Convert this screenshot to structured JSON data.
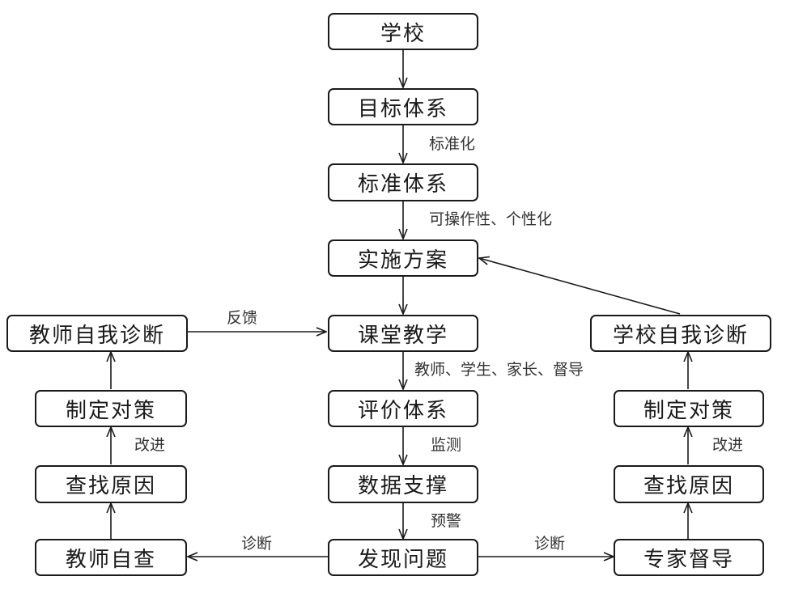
{
  "nodes": {
    "school": "学校",
    "goal_system": "目标体系",
    "standard_system": "标准体系",
    "implementation_plan": "实施方案",
    "classroom_teaching": "课堂教学",
    "evaluation_system": "评价体系",
    "data_support": "数据支撑",
    "find_problem": "发现问题",
    "teacher_self_diagnosis": "教师自我诊断",
    "teacher_countermeasures": "制定对策",
    "teacher_find_cause": "查找原因",
    "teacher_self_check": "教师自查",
    "school_self_diagnosis": "学校自我诊断",
    "school_countermeasures": "制定对策",
    "school_find_cause": "查找原因",
    "expert_supervision": "专家督导"
  },
  "labels": {
    "standardize": "标准化",
    "operability": "可操作性、个性化",
    "feedback": "反馈",
    "evaluators": "教师、学生、家长、督导",
    "monitoring": "监测",
    "early_warning": "预警",
    "diagnosis_left": "诊断",
    "diagnosis_right": "诊断",
    "improve_left": "改进",
    "improve_right": "改进"
  },
  "colors": {
    "line": "#1a1a1a",
    "text": "#1a1a1a",
    "background": "#ffffff"
  }
}
